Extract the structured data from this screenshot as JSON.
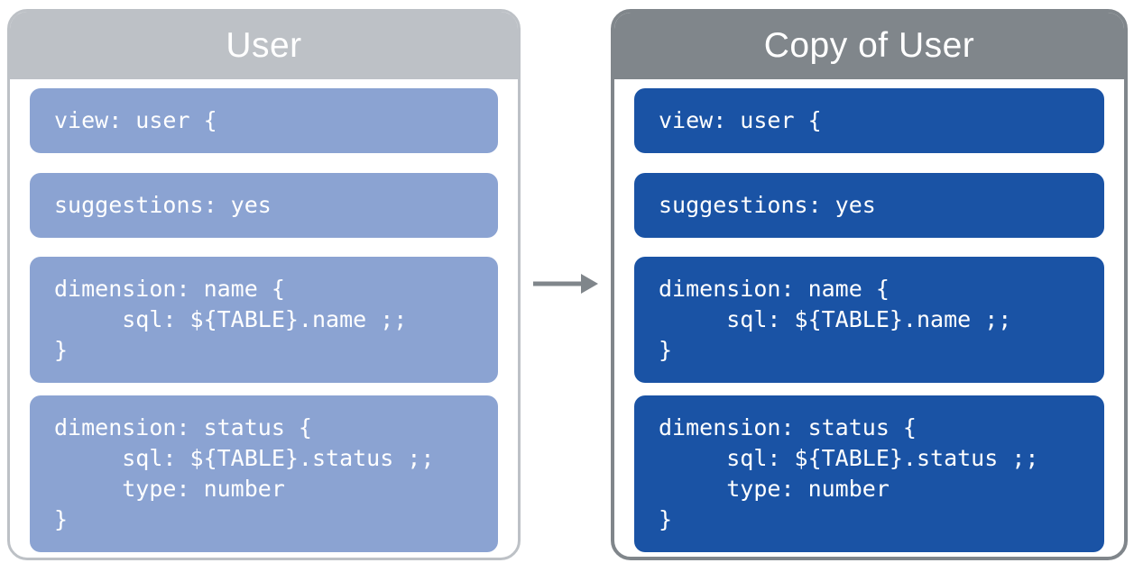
{
  "colors": {
    "panel-light": "#bdc1c6",
    "panel-dark": "#80868b",
    "block-light": "#8ba3d2",
    "block-dark": "#1a53a5",
    "arrow": "#80868b",
    "text-on-color": "#ffffff"
  },
  "panels": {
    "user": {
      "title": "User",
      "blocks": [
        [
          "view: user {"
        ],
        [
          "suggestions: yes"
        ],
        [
          "dimension: name {",
          "     sql: ${TABLE}.name ;;",
          "}"
        ],
        [
          "dimension: status {",
          "     sql: ${TABLE}.status ;;",
          "     type: number",
          "}"
        ]
      ]
    },
    "copy_of_user": {
      "title": "Copy of User",
      "blocks": [
        [
          "view: user {"
        ],
        [
          "suggestions: yes"
        ],
        [
          "dimension: name {",
          "     sql: ${TABLE}.name ;;",
          "}"
        ],
        [
          "dimension: status {",
          "     sql: ${TABLE}.status ;;",
          "     type: number",
          "}"
        ]
      ]
    }
  }
}
